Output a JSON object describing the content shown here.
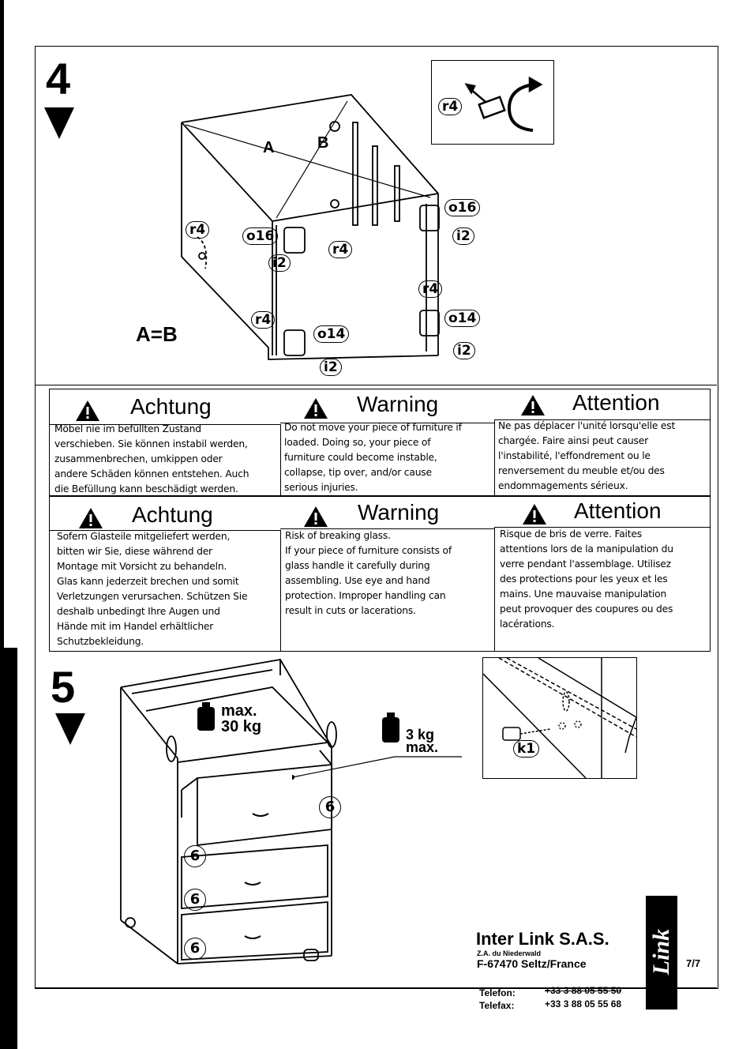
{
  "step4": {
    "number": "4",
    "equation": "A=B",
    "labels": {
      "a": "A",
      "b": "B",
      "r4": "r4",
      "o16": "o16",
      "o14": "o14",
      "i2": "i2"
    }
  },
  "warnings": [
    {
      "cols": [
        {
          "heading": "Achtung",
          "lines": [
            "Möbel nie im befüllten Zustand",
            "verschieben. Sie können instabil werden,",
            "zusammenbrechen, umkippen oder",
            "andere Schäden können entstehen. Auch",
            "die Befüllung kann beschädigt werden."
          ]
        },
        {
          "heading": "Warning",
          "lines": [
            "Do not move your piece of furniture if",
            "loaded. Doing so, your piece of",
            "furniture could become instable,",
            "collapse, tip over, and/or cause",
            "serious injuries."
          ]
        },
        {
          "heading": "Attention",
          "lines": [
            "Ne pas déplacer l'unité lorsqu'elle est",
            "chargée. Faire ainsi peut causer",
            "l'instabilité, l'effondrement ou le",
            "renversement du meuble et/ou des",
            "endommagements sérieux."
          ]
        }
      ]
    },
    {
      "cols": [
        {
          "heading": "Achtung",
          "lines": [
            "Sofern Glasteile mitgeliefert werden,",
            "bitten wir Sie, diese während der",
            "Montage mit Vorsicht zu behandeln.",
            "Glas kann jederzeit brechen und somit",
            "Verletzungen verursachen. Schützen Sie",
            "deshalb unbedingt Ihre Augen und",
            "Hände mit im Handel erhältlicher",
            "Schutzbekleidung."
          ]
        },
        {
          "heading": "Warning",
          "lines": [
            "Risk of breaking glass.",
            "If your piece of furniture consists of",
            "glass handle it carefully during",
            "assembling. Use eye and hand",
            "protection. Improper handling can",
            "result in cuts or lacerations."
          ]
        },
        {
          "heading": "Attention",
          "lines": [
            "Risque de bris de verre. Faites",
            "attentions lors de la manipulation du",
            "verre pendant l'assemblage. Utilisez",
            "des protections pour les yeux et les",
            "mains. Une mauvaise manipulation",
            "peut provoquer des coupures ou des",
            "lacérations."
          ]
        }
      ]
    }
  ],
  "step5": {
    "number": "5",
    "top_load_line1": "max.",
    "top_load_line2": "30 kg",
    "drawer_load_line1": "3 kg",
    "drawer_load_line2": "max.",
    "drawer_badge": "6",
    "fastener": "k1"
  },
  "footer": {
    "company": "Inter Link S.A.S.",
    "address1": "Z.A. du Niederwald",
    "address2": "F-67470 Seltz/France",
    "phone_label": "Telefon:",
    "phone": "+33 3 88 05 55 50",
    "fax_label": "Telefax:",
    "fax": "+33 3 88 05 55 68",
    "page": "7/7",
    "logo": "Link"
  }
}
